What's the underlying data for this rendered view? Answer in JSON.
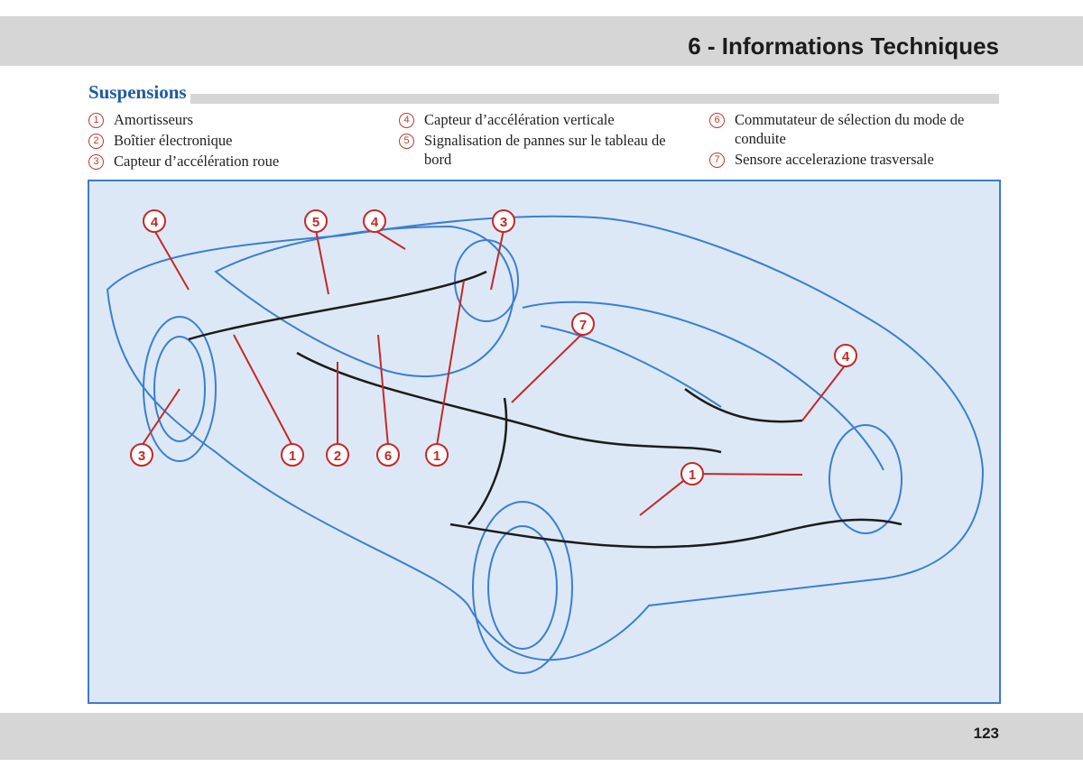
{
  "header": {
    "chapter_title": "6 - Informations Techniques"
  },
  "section": {
    "title": "Suspensions"
  },
  "legend": [
    {
      "num": "1",
      "label": "Amortisseurs"
    },
    {
      "num": "2",
      "label": "Boîtier électronique"
    },
    {
      "num": "3",
      "label": "Capteur d’accélération roue"
    },
    {
      "num": "4",
      "label": "Capteur d’accélération verticale"
    },
    {
      "num": "5",
      "label": "Signalisation de pannes sur le tableau de bord"
    },
    {
      "num": "6",
      "label": "Commutateur de sélection du mode de conduite"
    },
    {
      "num": "7",
      "label": "Sensore accelerazione trasversale"
    }
  ],
  "callouts": [
    "4",
    "5",
    "4",
    "3",
    "7",
    "4",
    "3",
    "1",
    "2",
    "6",
    "1",
    "1"
  ],
  "colors": {
    "accent_red": "#c62828",
    "title_blue": "#1d5aa6",
    "diagram_border": "#3d7ad0",
    "diagram_bg": "#dce8f6",
    "bar_gray": "#d6d6d6"
  },
  "footer": {
    "page_number": "123"
  }
}
